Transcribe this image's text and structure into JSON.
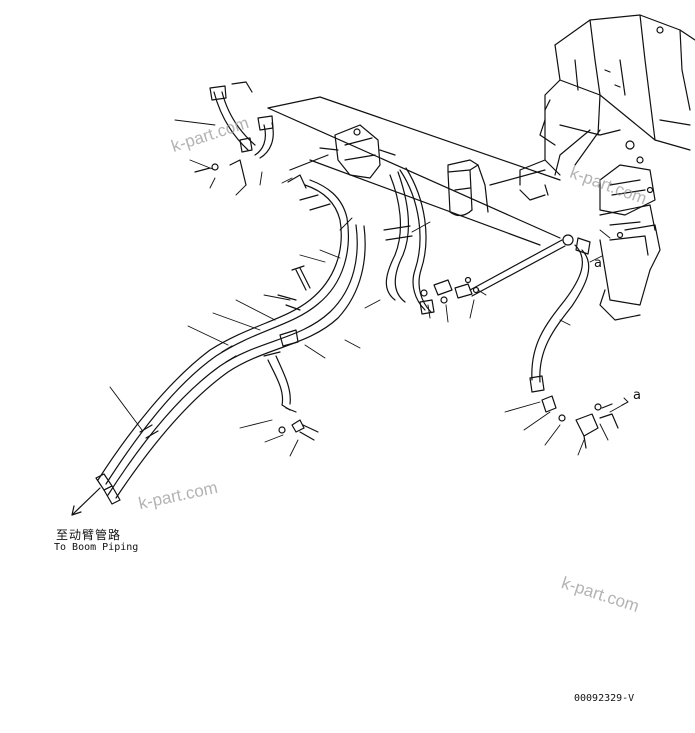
{
  "watermarks": [
    "k-part.com",
    "k-part.com",
    "k-part.com",
    "k-part.com"
  ],
  "labels": {
    "destination_cn": "至动臂管路",
    "destination_en": "To Boom Piping",
    "reference_letter": "a",
    "drawing_number": "00092329-V"
  }
}
